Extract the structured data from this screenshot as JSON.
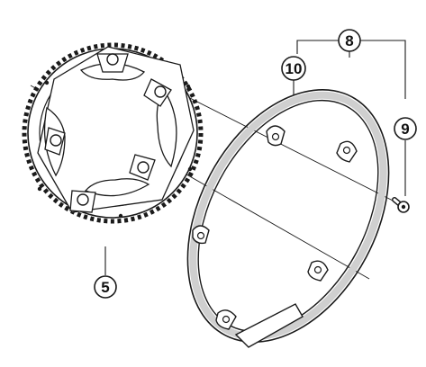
{
  "colors": {
    "line": "#1a1a1a",
    "fill": "#ffffff",
    "shade": "#cfcfcf"
  },
  "callouts": [
    {
      "id": "chainring",
      "label": "5"
    },
    {
      "id": "set",
      "label": "8"
    },
    {
      "id": "bolt",
      "label": "9"
    },
    {
      "id": "guard",
      "label": "10"
    }
  ]
}
